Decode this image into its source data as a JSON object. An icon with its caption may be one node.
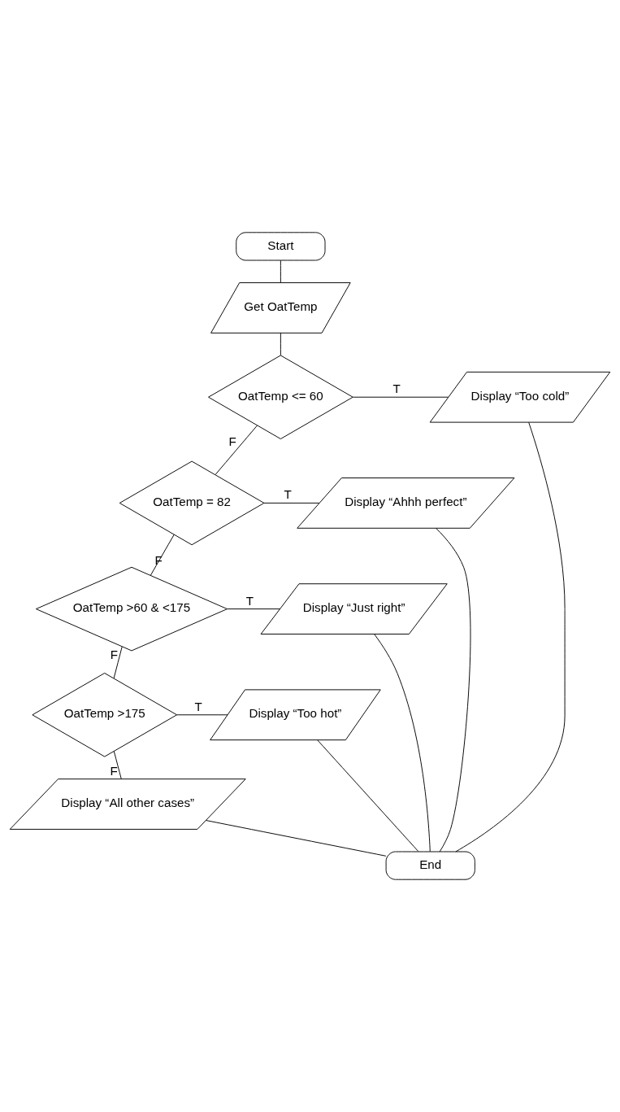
{
  "diagram": {
    "nodes": [
      {
        "text": [
          "Start"
        ]
      },
      {
        "text": [
          "Get OatTemp"
        ]
      },
      {
        "text": [
          "OatTemp <= 60"
        ]
      },
      {
        "text": [
          "Display “Too cold”"
        ]
      },
      {
        "text": [
          "OatTemp = 82"
        ]
      },
      {
        "text": [
          "Display “Ahhh perfect”"
        ]
      },
      {
        "text": [
          "OatTemp >60 & <175"
        ]
      },
      {
        "text": [
          "Display “Just right”"
        ]
      },
      {
        "text": [
          "OatTemp >175"
        ]
      },
      {
        "text": [
          "Display “Too hot”"
        ]
      },
      {
        "text": [
          "Display “All other cases”"
        ]
      },
      {
        "text": [
          "End"
        ]
      }
    ],
    "edges": [
      {
        "from": 0,
        "to": 1,
        "arrow": "none"
      },
      {
        "from": 1,
        "to": 2,
        "arrow": "none"
      },
      {
        "from": 2,
        "to": 3,
        "arrow": "none",
        "label": "T"
      },
      {
        "from": 2,
        "to": 4,
        "arrow": "none",
        "label": "F"
      },
      {
        "from": 4,
        "to": 5,
        "arrow": "none",
        "label": "T"
      },
      {
        "from": 4,
        "to": 6,
        "arrow": "none",
        "label": "F"
      },
      {
        "from": 6,
        "to": 7,
        "arrow": "none",
        "label": "T"
      },
      {
        "from": 6,
        "to": 8,
        "arrow": "none",
        "label": "F"
      },
      {
        "from": 8,
        "to": 9,
        "arrow": "none",
        "label": "T"
      },
      {
        "from": 8,
        "to": 10,
        "arrow": "none",
        "label": "F"
      },
      {
        "from": 3,
        "to": 11,
        "arrow": "none"
      },
      {
        "from": 5,
        "to": 11,
        "arrow": "none"
      },
      {
        "from": 7,
        "to": 11,
        "arrow": "none"
      },
      {
        "from": 9,
        "to": 11,
        "arrow": "none"
      },
      {
        "from": 10,
        "to": 11,
        "arrow": "none"
      }
    ]
  }
}
